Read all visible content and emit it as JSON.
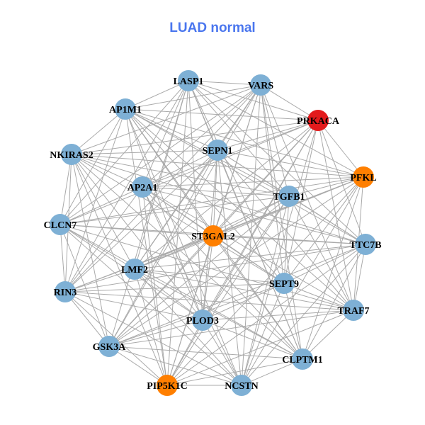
{
  "title": "LUAD normal",
  "colors": {
    "default": "#7eb0d5",
    "highlight_orange": "#ff7f00",
    "highlight_red": "#e31a1c",
    "edge": "#aaaaaa",
    "title": "#4a76ee"
  },
  "nodes": [
    {
      "id": "LASP1",
      "color": "default"
    },
    {
      "id": "VARS",
      "color": "default"
    },
    {
      "id": "AP1M1",
      "color": "default"
    },
    {
      "id": "PRKACA",
      "color": "highlight_red"
    },
    {
      "id": "SEPN1",
      "color": "default"
    },
    {
      "id": "NKIRAS2",
      "color": "default"
    },
    {
      "id": "PFKL",
      "color": "highlight_orange"
    },
    {
      "id": "AP2A1",
      "color": "default"
    },
    {
      "id": "TGFB1",
      "color": "default"
    },
    {
      "id": "CLCN7",
      "color": "default"
    },
    {
      "id": "ST3GAL2",
      "color": "highlight_orange"
    },
    {
      "id": "TTC7B",
      "color": "default"
    },
    {
      "id": "LMF2",
      "color": "default"
    },
    {
      "id": "RIN3",
      "color": "default"
    },
    {
      "id": "SEPT9",
      "color": "default"
    },
    {
      "id": "TRAF7",
      "color": "default"
    },
    {
      "id": "PLOD3",
      "color": "default"
    },
    {
      "id": "GSK3A",
      "color": "default"
    },
    {
      "id": "CLPTM1",
      "color": "default"
    },
    {
      "id": "PIP5K1C",
      "color": "highlight_orange"
    },
    {
      "id": "NCSTN",
      "color": "default"
    }
  ],
  "edges_mode": "dense"
}
